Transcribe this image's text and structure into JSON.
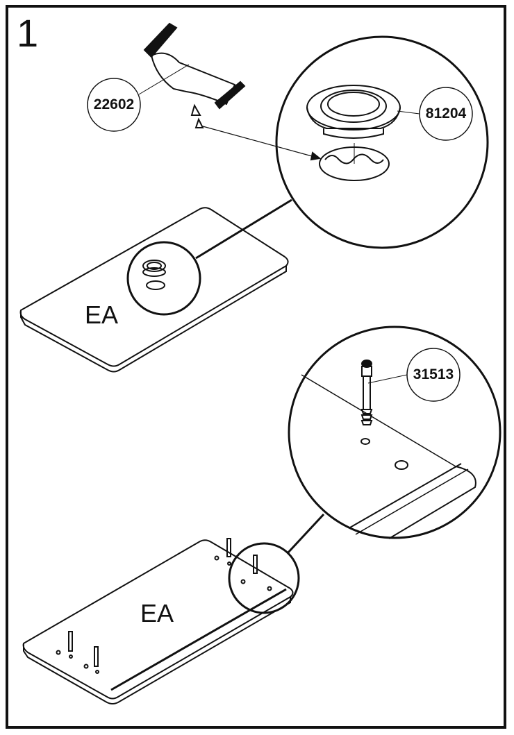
{
  "step": {
    "number": "1"
  },
  "panels": [
    {
      "label": "EA"
    },
    {
      "label": "EA"
    }
  ],
  "parts": {
    "glue": "22602",
    "insert": "81204",
    "dowel": "31513"
  },
  "colors": {
    "line": "#111111",
    "background": "#ffffff"
  },
  "icons": [
    "glue-bottle-icon",
    "cam-insert-icon",
    "dowel-pin-icon"
  ]
}
